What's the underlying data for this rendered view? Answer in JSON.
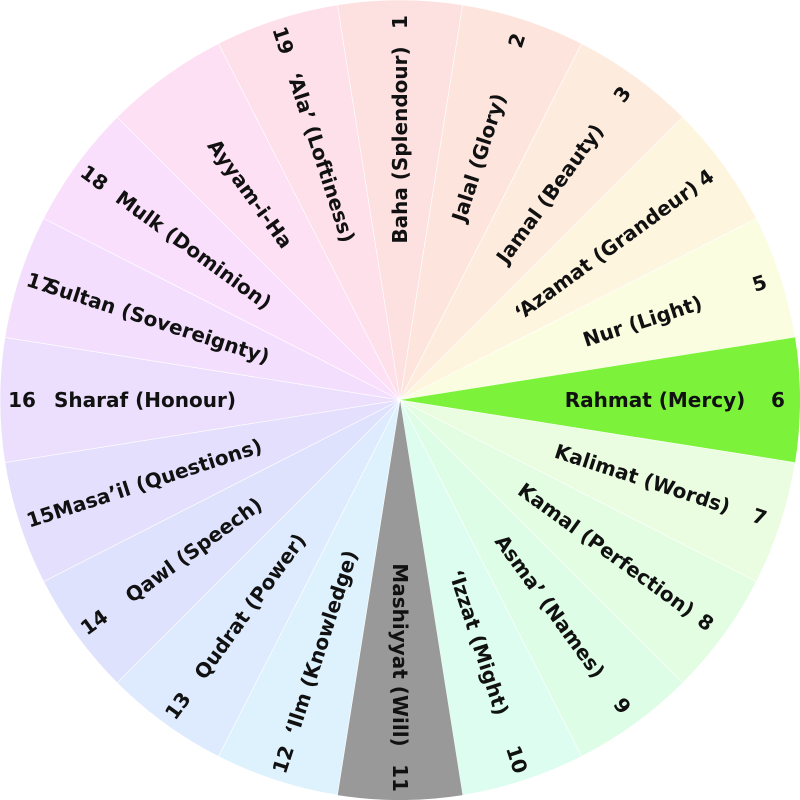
{
  "segments": [
    {
      "number": "1",
      "name": "Baha (Splendour)",
      "color": "#fde0e0",
      "highlight": false
    },
    {
      "number": "2",
      "name": "Jalal (Glory)",
      "color": "#fde5dd",
      "highlight": false
    },
    {
      "number": "3",
      "name": "Jamal (Beauty)",
      "color": "#fdecde",
      "highlight": false
    },
    {
      "number": "4",
      "name": "‘Azamat (Grandeur)",
      "color": "#fdf5dd",
      "highlight": false
    },
    {
      "number": "5",
      "name": "Nur (Light)",
      "color": "#fafde0",
      "highlight": false
    },
    {
      "number": "6",
      "name": "Rahmat (Mercy)",
      "color": "#7cf23a",
      "highlight": true
    },
    {
      "number": "7",
      "name": "Kalimat (Words)",
      "color": "#eafde0",
      "highlight": false
    },
    {
      "number": "8",
      "name": "Kamal (Perfection)",
      "color": "#e2fde2",
      "highlight": false
    },
    {
      "number": "9",
      "name": "Asma’ (Names)",
      "color": "#defde6",
      "highlight": false
    },
    {
      "number": "10",
      "name": "‘Izzat (Might)",
      "color": "#dcfdef",
      "highlight": false
    },
    {
      "number": "11",
      "name": "Mashiyyat (Will)",
      "color": "#999999",
      "highlight": true
    },
    {
      "number": "12",
      "name": "‘Ilm (Knowledge)",
      "color": "#def2fd",
      "highlight": false
    },
    {
      "number": "13",
      "name": "Qudrat (Power)",
      "color": "#deeafd",
      "highlight": false
    },
    {
      "number": "14",
      "name": "Qawl (Speech)",
      "color": "#dfe2fd",
      "highlight": false
    },
    {
      "number": "15",
      "name": "Masa’il (Questions)",
      "color": "#e4dffd",
      "highlight": false
    },
    {
      "number": "16",
      "name": "Sharaf (Honour)",
      "color": "#ebdffd",
      "highlight": false
    },
    {
      "number": "17",
      "name": "Sultan (Sovereignty)",
      "color": "#f3dffd",
      "highlight": false
    },
    {
      "number": "18",
      "name": "Mulk (Dominion)",
      "color": "#fadffd",
      "highlight": false
    },
    {
      "number": "",
      "name": "Ayyam-i-Ha",
      "color": "#fde0f4",
      "highlight": false
    },
    {
      "number": "19",
      "name": "‘Ala’ (Loftiness)",
      "color": "#fde0ea",
      "highlight": false
    }
  ]
}
